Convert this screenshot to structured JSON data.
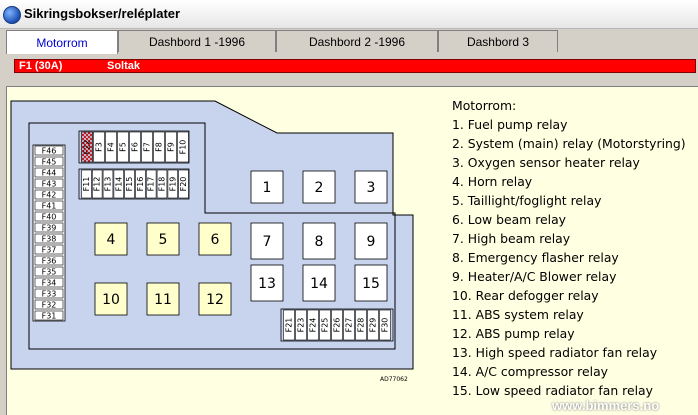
{
  "window": {
    "title": "Sikringsbokser/reléplater"
  },
  "tabs": [
    {
      "label": "Motorrom",
      "active": true
    },
    {
      "label": "Dashbord 1 -1996",
      "active": false
    },
    {
      "label": "Dashbord 2 -1996",
      "active": false
    },
    {
      "label": "Dashbord 3",
      "active": false
    }
  ],
  "selected_fuse": {
    "code": "F1  (30A)",
    "name": "Soltak"
  },
  "diagram": {
    "fuse_col_left": [
      "F46",
      "F45",
      "F44",
      "F43",
      "F42",
      "F41",
      "F40",
      "F39",
      "F38",
      "F37",
      "F36",
      "F35",
      "F34",
      "F33",
      "F32",
      "F31"
    ],
    "fuse_top_row_a": [
      "F22",
      "F3",
      "F4",
      "F5",
      "F6",
      "F7",
      "F8",
      "F9",
      "F10"
    ],
    "fuse_top_row_b": [
      "F11",
      "F12",
      "F13",
      "F14",
      "F15",
      "F16",
      "F17",
      "F18",
      "F19",
      "F20"
    ],
    "fuse_bottom_row": [
      "F21",
      "F23",
      "F24",
      "F25",
      "F26",
      "F27",
      "F28",
      "F29",
      "F30"
    ],
    "relays": [
      "1",
      "2",
      "3",
      "4",
      "5",
      "6",
      "7",
      "8",
      "9",
      "10",
      "11",
      "12",
      "13",
      "14",
      "15"
    ],
    "part_code": "AD77062"
  },
  "legend": {
    "title": "Motorrom:",
    "items": [
      "1. Fuel pump relay",
      "2. System (main) relay (Motorstyring)",
      "3. Oxygen sensor heater relay",
      "4. Horn relay",
      "5. Taillight/foglight relay",
      "6. Low beam relay",
      "7. High beam relay",
      "8. Emergency flasher relay",
      "9. Heater/A/C Blower relay",
      "10. Rear defogger relay",
      "11. ABS system relay",
      "12. ABS pump relay",
      "13. High speed radiator fan relay",
      "14. A/C compressor relay",
      "15. Low speed radiator fan relay"
    ]
  },
  "watermark": "www.bimmers.no",
  "colors": {
    "selected_bar": "#ff0000",
    "content_bg": "#ffffe2",
    "diagram_bg": "#c8d4ee",
    "active_tab_text": "#0000cc"
  }
}
